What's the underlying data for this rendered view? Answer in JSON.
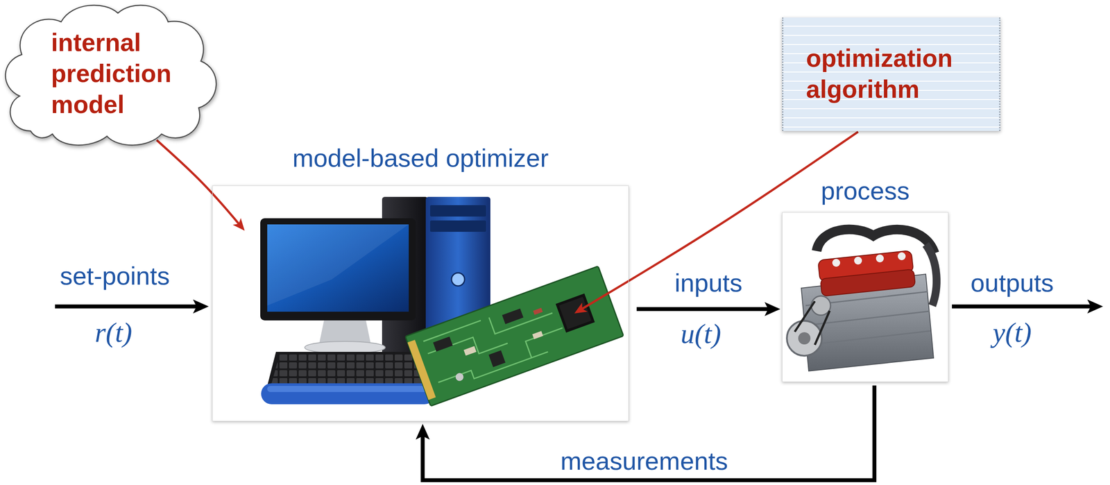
{
  "diagram": {
    "nodes": [
      {
        "text": [
          "internal prediction model"
        ]
      },
      {
        "text": [
          "optimization algorithm"
        ]
      },
      {
        "text": [
          "model-based optimizer"
        ]
      },
      {
        "text": [
          "process"
        ]
      }
    ],
    "edges": [
      {
        "from": 0,
        "to": 2,
        "arrow": "to"
      },
      {
        "from": 1,
        "to": 2,
        "arrow": "to"
      },
      {
        "from": 2,
        "to": 3,
        "arrow": "to",
        "label": "inputs"
      },
      {
        "from": 3,
        "to": 2,
        "arrow": "to",
        "label": "measurements"
      }
    ],
    "labels": [
      "set-points",
      "r(t)",
      "u(t)",
      "outputs",
      "y(t)"
    ]
  }
}
